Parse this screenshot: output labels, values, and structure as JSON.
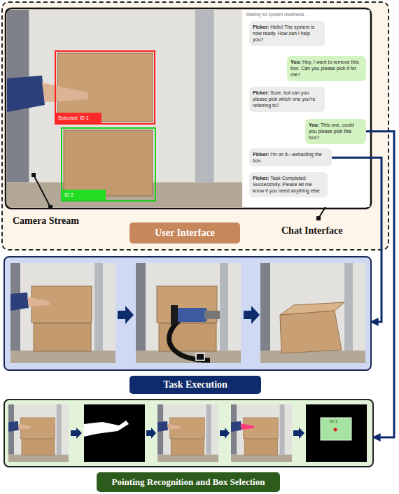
{
  "diagram": {
    "nodes": [
      {
        "text": [
          "Camera Stream",
          "User Interface",
          "Chat Interface"
        ]
      },
      {
        "text": [
          "Selected: ID 1"
        ],
        "in": 0
      },
      {
        "text": [
          "ID 2"
        ],
        "in": 0
      },
      {
        "text": [
          "Waiting for system readiness."
        ],
        "in": 0
      },
      {
        "text": [
          "Picker:",
          "Hello! The system is now ready. How can I help you?"
        ],
        "in": 3
      },
      {
        "text": [
          "You:",
          "Hey, I want to remove this box. Can you please pick it for me?"
        ],
        "in": 3
      },
      {
        "text": [
          "Picker:",
          "Sure, but can you please pick which one you're referring to?"
        ],
        "in": 3
      },
      {
        "text": [
          "You:",
          "This one, could you please pick this box?"
        ],
        "in": 3
      },
      {
        "text": [
          "Picker:",
          "I'm on it—extracting the box."
        ],
        "in": 3
      },
      {
        "text": [
          "Picker:",
          "Task Completed Successfully. Please let me know if you need anything else"
        ],
        "in": 3
      },
      {
        "text": [
          "Task Execution"
        ]
      },
      {
        "text": [
          "Pointing Recognition and Box Selection"
        ]
      }
    ],
    "edges": [
      {
        "from": 7,
        "to": 11,
        "arrow": "to"
      },
      {
        "from": 8,
        "to": 10,
        "arrow": "to"
      }
    ],
    "labels": [
      "ID 1"
    ]
  }
}
